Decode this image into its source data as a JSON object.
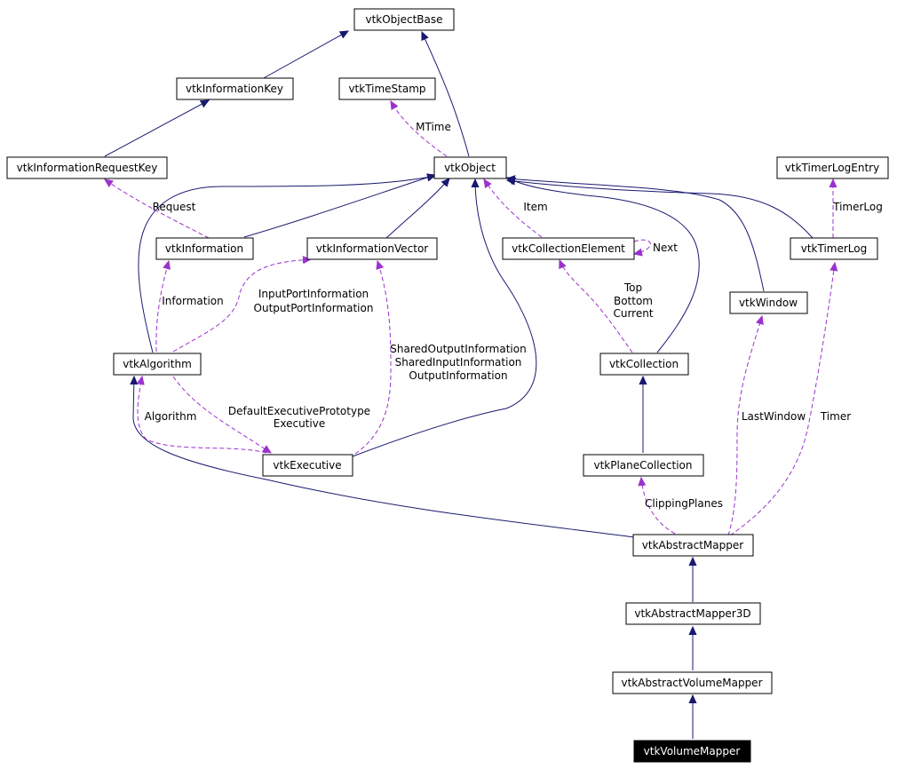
{
  "diagram": {
    "nodes": {
      "vtkObjectBase": "vtkObjectBase",
      "vtkInformationKey": "vtkInformationKey",
      "vtkTimeStamp": "vtkTimeStamp",
      "vtkInformationRequestKey": "vtkInformationRequestKey",
      "vtkObject": "vtkObject",
      "vtkTimerLogEntry": "vtkTimerLogEntry",
      "vtkInformation": "vtkInformation",
      "vtkInformationVector": "vtkInformationVector",
      "vtkCollectionElement": "vtkCollectionElement",
      "vtkTimerLog": "vtkTimerLog",
      "vtkWindow": "vtkWindow",
      "vtkAlgorithm": "vtkAlgorithm",
      "vtkCollection": "vtkCollection",
      "vtkExecutive": "vtkExecutive",
      "vtkPlaneCollection": "vtkPlaneCollection",
      "vtkAbstractMapper": "vtkAbstractMapper",
      "vtkAbstractMapper3D": "vtkAbstractMapper3D",
      "vtkAbstractVolumeMapper": "vtkAbstractVolumeMapper",
      "vtkVolumeMapper": "vtkVolumeMapper"
    },
    "edge_labels": {
      "mtime": "MTime",
      "request": "Request",
      "item": "Item",
      "next": "Next",
      "timerlog": "TimerLog",
      "information": "Information",
      "input_port_information": "InputPortInformation",
      "output_port_information": "OutputPortInformation",
      "top": "Top",
      "bottom": "Bottom",
      "current": "Current",
      "shared_output_information": "SharedOutputInformation",
      "shared_input_information": "SharedInputInformation",
      "output_information": "OutputInformation",
      "algorithm": "Algorithm",
      "default_executive_prototype": "DefaultExecutivePrototype",
      "executive": "Executive",
      "last_window": "LastWindow",
      "timer": "Timer",
      "clipping_planes": "ClippingPlanes"
    },
    "colors": {
      "inheritance": "#191970",
      "usage": "#9a32cd",
      "focus_fill": "#000000",
      "focus_text": "#ffffff"
    }
  }
}
